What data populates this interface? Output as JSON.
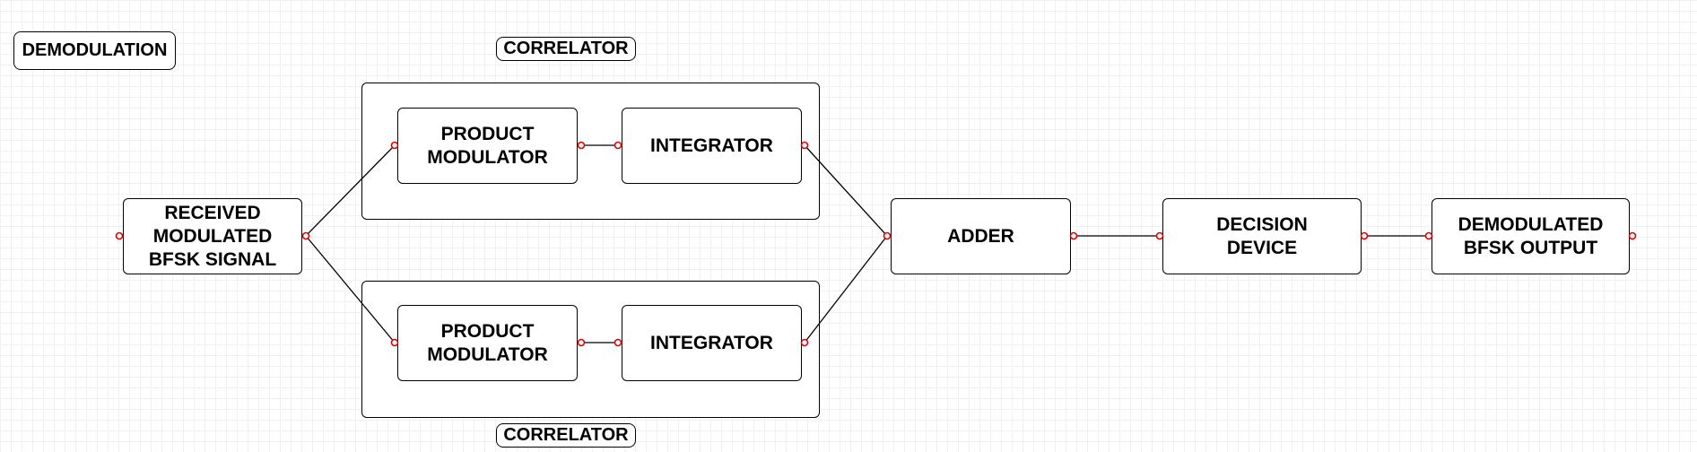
{
  "title": "DEMODULATION",
  "groups": {
    "top_label": "CORRELATOR",
    "bottom_label": "CORRELATOR"
  },
  "blocks": {
    "input": "RECEIVED\nMODULATED\nBFSK SIGNAL",
    "product_top": "PRODUCT\nMODULATOR",
    "integrator_top": "INTEGRATOR",
    "product_bottom": "PRODUCT\nMODULATOR",
    "integrator_bottom": "INTEGRATOR",
    "adder": "ADDER",
    "decision": "DECISION\nDEVICE",
    "output": "DEMODULATED\nBFSK OUTPUT"
  },
  "colors": {
    "port": "#e00000",
    "wire": "#000000",
    "grid": "#f1f1f1"
  }
}
